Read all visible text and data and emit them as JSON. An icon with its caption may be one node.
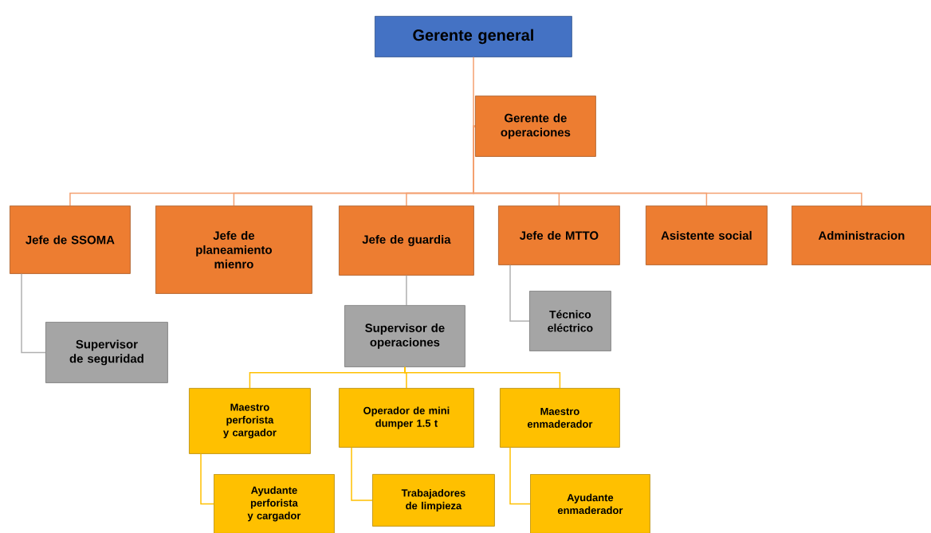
{
  "diagram": {
    "nodes": [
      {
        "text": [
          "Gerente general"
        ]
      },
      {
        "text": [
          "Gerente de operaciones"
        ]
      },
      {
        "text": [
          "Jefe de SSOMA"
        ]
      },
      {
        "text": [
          "Jefe de planeamiento mienro"
        ]
      },
      {
        "text": [
          "Jefe de guardia"
        ]
      },
      {
        "text": [
          "Jefe de MTTO"
        ]
      },
      {
        "text": [
          "Asistente social"
        ]
      },
      {
        "text": [
          "Administracion"
        ]
      },
      {
        "text": [
          "Supervisor de seguridad"
        ]
      },
      {
        "text": [
          "Supervisor de operaciones"
        ]
      },
      {
        "text": [
          "Técnico eléctrico"
        ]
      },
      {
        "text": [
          "Maestro perforista y cargador"
        ]
      },
      {
        "text": [
          "Operador de mini dumper 1.5 t"
        ]
      },
      {
        "text": [
          "Maestro enmaderador"
        ]
      },
      {
        "text": [
          "Ayudante perforista y cargador"
        ]
      },
      {
        "text": [
          "Trabajadores de limpieza"
        ]
      },
      {
        "text": [
          "Ayudante enmaderador"
        ]
      }
    ],
    "edges": [
      {
        "from": 0,
        "to": 1,
        "arrow": "none"
      },
      {
        "from": 1,
        "to": 2,
        "arrow": "none"
      },
      {
        "from": 1,
        "to": 3,
        "arrow": "none"
      },
      {
        "from": 1,
        "to": 4,
        "arrow": "none"
      },
      {
        "from": 1,
        "to": 5,
        "arrow": "none"
      },
      {
        "from": 1,
        "to": 6,
        "arrow": "none"
      },
      {
        "from": 1,
        "to": 7,
        "arrow": "none"
      },
      {
        "from": 2,
        "to": 8,
        "arrow": "none",
        "color": "#b0b0b0"
      },
      {
        "from": 4,
        "to": 9,
        "arrow": "none",
        "color": "#b0b0b0"
      },
      {
        "from": 5,
        "to": 10,
        "arrow": "none",
        "color": "#b0b0b0"
      },
      {
        "from": 9,
        "to": 11,
        "arrow": "none",
        "color": "#ffc000"
      },
      {
        "from": 9,
        "to": 12,
        "arrow": "none",
        "color": "#ffc000"
      },
      {
        "from": 9,
        "to": 13,
        "arrow": "none",
        "color": "#ffc000"
      },
      {
        "from": 11,
        "to": 14,
        "arrow": "none",
        "color": "#ffc000"
      },
      {
        "from": 12,
        "to": 15,
        "arrow": "none",
        "color": "#ffc000"
      },
      {
        "from": 13,
        "to": 16,
        "arrow": "none",
        "color": "#ffc000"
      }
    ]
  }
}
